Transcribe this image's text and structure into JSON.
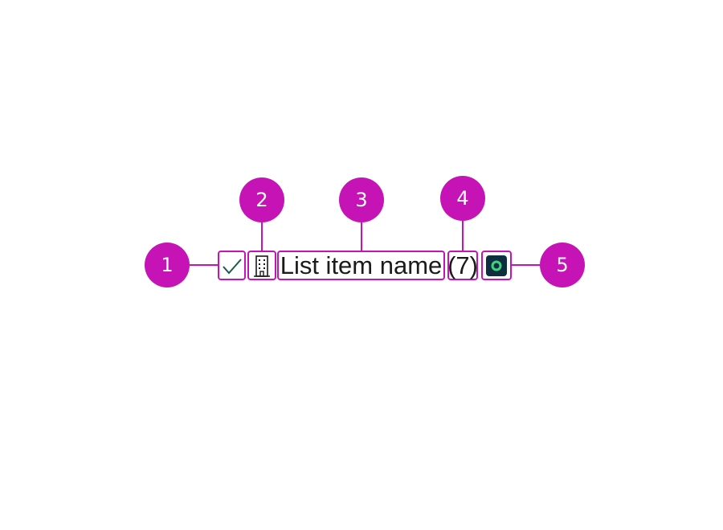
{
  "callouts": [
    {
      "number": "1",
      "target": "check-icon"
    },
    {
      "number": "2",
      "target": "building-icon"
    },
    {
      "number": "3",
      "target": "item-name"
    },
    {
      "number": "4",
      "target": "item-count"
    },
    {
      "number": "5",
      "target": "status-indicator-icon"
    }
  ],
  "list_item": {
    "name": "List item name",
    "count": "(7)"
  },
  "colors": {
    "callout": "#c513b6",
    "check": "#1d5a4a",
    "text": "#1b1b1b",
    "status_bg": "#0d2f3f",
    "status_ring": "#3fd47c"
  }
}
